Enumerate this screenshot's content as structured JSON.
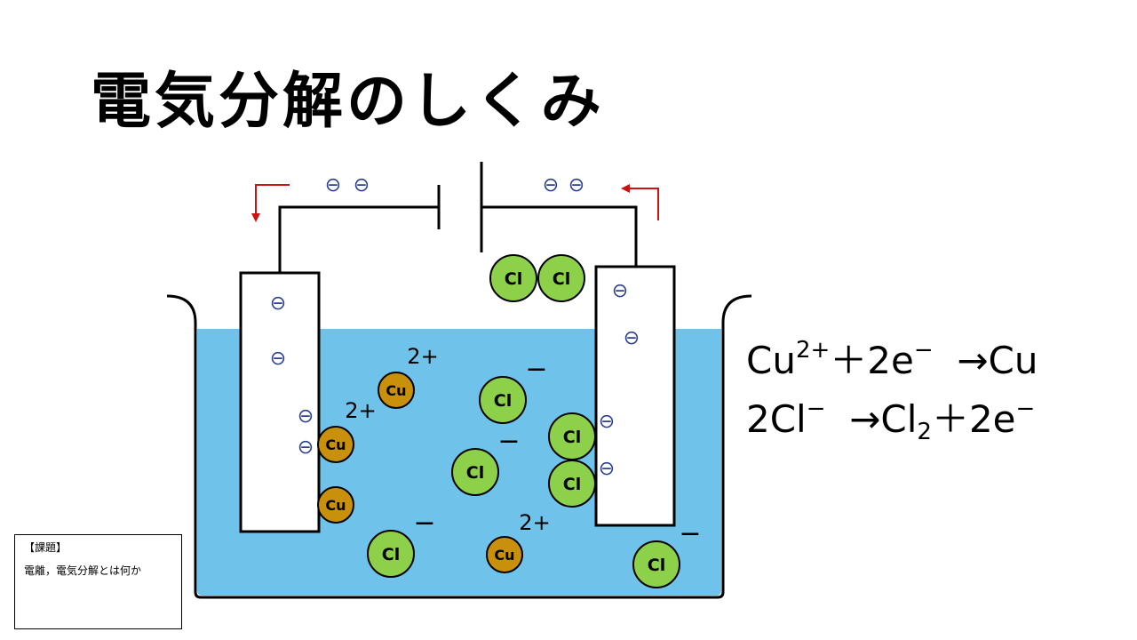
{
  "title": "電気分解のしくみ",
  "electron_symbol": "⊖",
  "ion_labels": {
    "copper": "Cu",
    "chlorine": "Cl",
    "copper_charge": "2+",
    "chloride_charge": "−"
  },
  "equations": {
    "eq1": {
      "lhs_ion": "Cu",
      "lhs_charge": "2+",
      "rest": "＋2e",
      "electron_charge": "−",
      "arrow_product": "→Cu"
    },
    "eq2": {
      "lhs_ion": "2Cl",
      "lhs_charge": "−",
      "arrow_product": "→Cl",
      "sub": "2",
      "rest": "＋2e",
      "electron_charge": "−"
    }
  },
  "task_box": {
    "heading": "【課題】",
    "body": "電離，電気分解とは何か"
  },
  "colors": {
    "solution": "#6fc3ea",
    "copper_ion": "#c8900b",
    "chloride_ion": "#8dd04a",
    "electron": "#2a3f8f",
    "arrow": "#cc1111"
  }
}
